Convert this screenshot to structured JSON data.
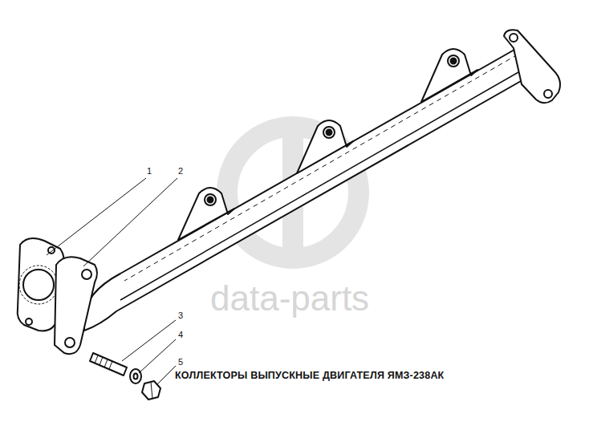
{
  "diagram": {
    "caption": "КОЛЛЕКТОРЫ ВЫПУСКНЫЕ ДВИГАТЕЛЯ ЯМЗ-238АК",
    "labels": [
      "1",
      "2",
      "3",
      "4",
      "5",
      "data-parts"
    ]
  }
}
